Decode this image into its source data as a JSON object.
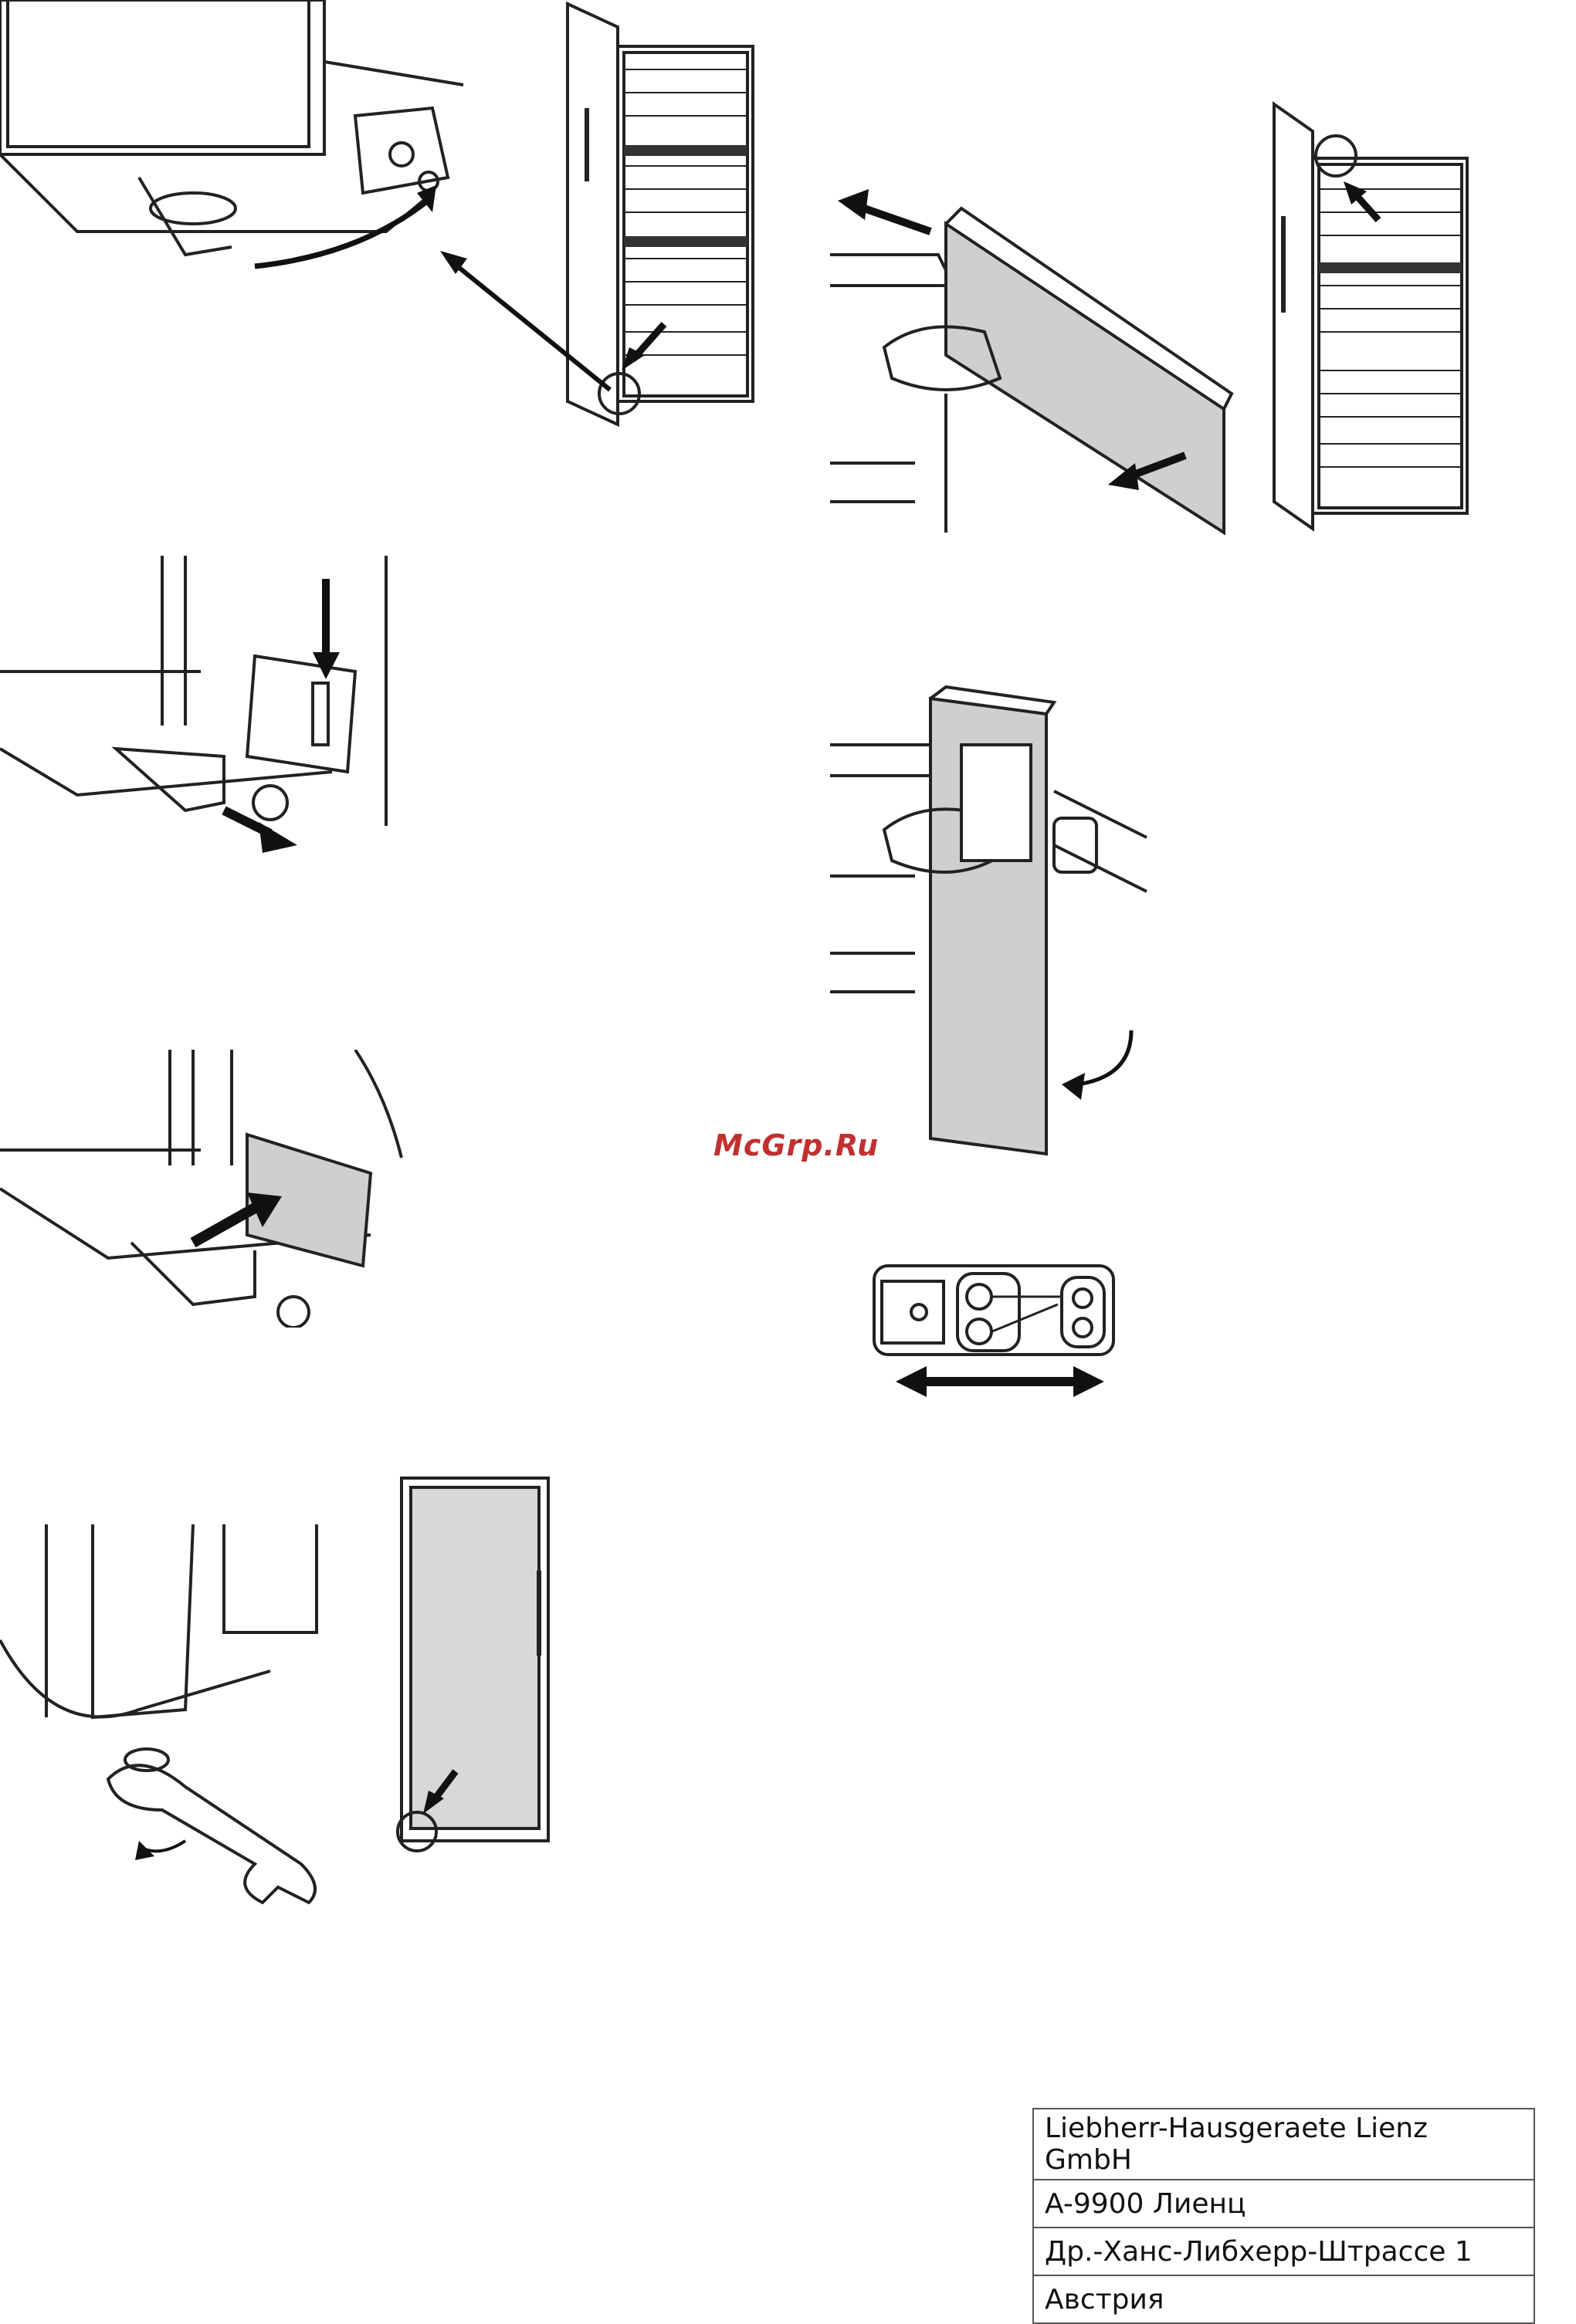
{
  "watermark": "McGrp.Ru",
  "address": {
    "lines": [
      "Liebherr-Hausgeraete Lienz GmbH",
      "A-9900 Лиенц",
      "Др.-Ханс-Либхерр-Штрассе 1",
      "Австрия"
    ]
  },
  "icons": [
    "hinge-arrow-icon",
    "door-open-icon",
    "cover-slide-arrow-icon",
    "pin-push-arrow-icon",
    "wrench-icon",
    "double-arrow-icon"
  ],
  "colors": {
    "line": "#222222",
    "panel_fill": "#cfcfcf",
    "arrow": "#111111"
  }
}
